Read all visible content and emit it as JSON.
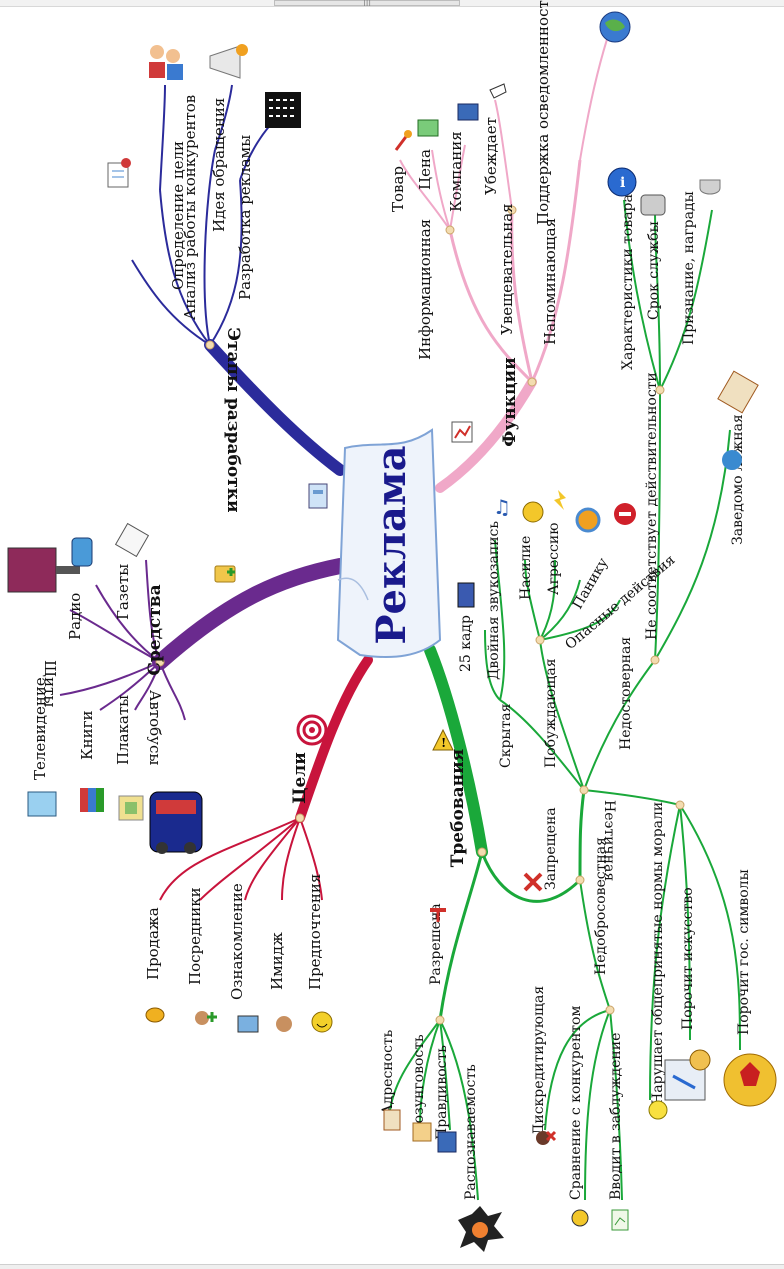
{
  "central": {
    "label": "Реклама",
    "color": "#1a1a8c"
  },
  "colors": {
    "etapy": "#2b2b9b",
    "funkcii": "#f0a8c8",
    "sredstva": "#6a2a8e",
    "celi": "#c8143c",
    "trebovaniya": "#1aa83a"
  },
  "branches": {
    "etapy": {
      "label": "Этапы разработки",
      "items": [
        "Определение цели",
        "Анализ работы конкурентов",
        "Идея обращения",
        "Разработка рекламы"
      ]
    },
    "funkcii": {
      "label": "Функции",
      "informacionnaya": {
        "label": "Информационная",
        "items": [
          "Товар",
          "Цена",
          "Компания"
        ]
      },
      "uveshchevatelnaya": {
        "label": "Увещевательная",
        "items": [
          "Убеждает"
        ]
      },
      "napominayushchaya": {
        "label": "Напоминающая",
        "items": [
          "Поддержка осведомленности"
        ]
      }
    },
    "sredstva": {
      "label": "Средства",
      "items": [
        "Щиты",
        "Радио",
        "Газеты",
        "Телевидение",
        "Книги",
        "Плакаты",
        "Автобусы"
      ]
    },
    "celi": {
      "label": "Цели",
      "items": [
        "Продажа",
        "Посредники",
        "Ознакомление",
        "Имидж",
        "Предпочтения"
      ]
    },
    "trebovaniya": {
      "label": "Требования",
      "razreshena": {
        "label": "Разрешена",
        "items": [
          "Адресность",
          "Лозунговость",
          "Правдивость",
          "Распознаваемость"
        ]
      },
      "zapreshchena": {
        "label": "Запрещена"
      },
      "skrytaya": {
        "label": "Скрытая",
        "items": [
          "25 кадр",
          "Двойная звукозапись"
        ]
      },
      "pobuzhdayushchaya": {
        "label": "Побуждающая",
        "items": [
          "Насилие",
          "Агрессию",
          "Панику",
          "Опасные действия"
        ]
      },
      "nedostovernaya": {
        "label": "Недостоверная",
        "ne_sootvetstvuet": {
          "label": "Не соответствует действительности",
          "items": [
            "Характеристики товара",
            "Срок службы",
            "Признание, награды"
          ]
        },
        "zavedomo": {
          "label": "Заведомо ложная"
        }
      },
      "neetichnaya": {
        "label": "Неэтичная",
        "items": [
          "Нарушает общепринятые нормы морали",
          "Порочит искусство",
          "Порочит гос. символы"
        ]
      },
      "nedobrosovestnaya": {
        "label": "Недобросовестная",
        "items": [
          "Дискредитирующая",
          "Сравнение с конкурентом",
          "Вводит в заблуждение"
        ]
      }
    }
  },
  "icons": [
    "folder-add-icon",
    "target-icon",
    "warning-icon",
    "chart-icon",
    "sheet-icon",
    "globe-icon",
    "cursor-hand-icon",
    "blocks-icon",
    "pin-icon",
    "cash-icon",
    "people-icon",
    "megaphone-icon",
    "clapper-icon",
    "tv-icon",
    "books-icon",
    "gallery-icon",
    "bus-icon",
    "billboard-icon",
    "radio-icon",
    "newspaper-icon",
    "phone-icon",
    "person-add-icon",
    "info-icon",
    "camera-icon",
    "trophy-icon",
    "cross-icon",
    "hammer-icon",
    "note-icon",
    "angry-face-icon",
    "lightning-icon",
    "spin-icon",
    "stop-icon",
    "film-icon",
    "label-icon",
    "board-icon",
    "document-icon",
    "splash-icon",
    "bulb-icon",
    "cup-icon",
    "emblem-icon",
    "person-cross-icon",
    "handshake-icon",
    "graph-icon",
    "window-icon",
    "smile-icon"
  ]
}
